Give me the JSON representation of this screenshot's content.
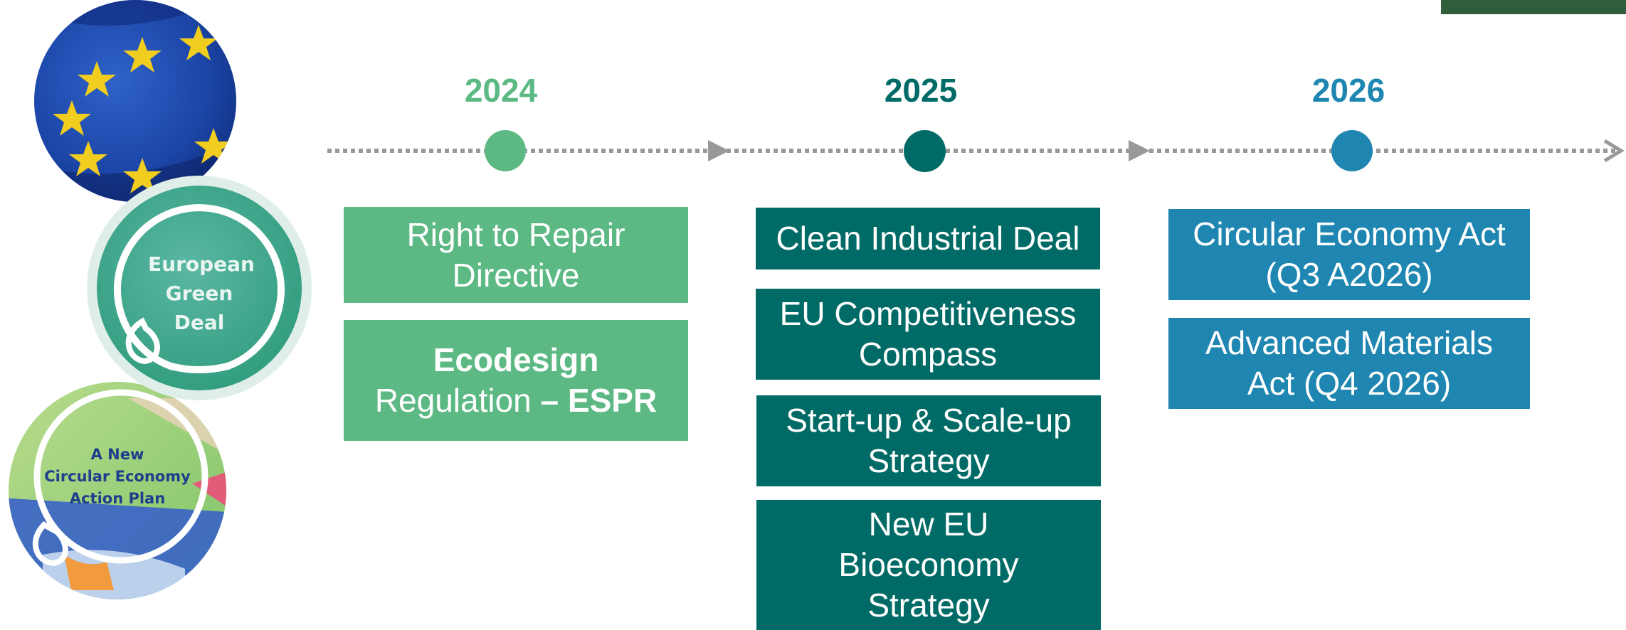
{
  "colors": {
    "y2024": "#5cb984",
    "y2025": "#006b66",
    "y2026": "#1e86b0",
    "dotted_line": "#999999"
  },
  "images": {
    "eu_flag": {
      "icon": "eu-flag-image"
    },
    "green_deal": {
      "line1": "European",
      "line2": "Green",
      "line3": "Deal"
    },
    "circular_plan": {
      "line1": "A New",
      "line2": "Circular Economy",
      "line3": "Action Plan"
    }
  },
  "timeline": {
    "y2024": {
      "year": "2024",
      "items": [
        {
          "line1": "Right to Repair",
          "line2": "Directive"
        },
        {
          "line1_bold": "Ecodesign",
          "line2_plain": "Regulation",
          "line2_bold": " – ESPR"
        }
      ]
    },
    "y2025": {
      "year": "2025",
      "items": [
        {
          "line1": "Clean Industrial Deal"
        },
        {
          "line1": "EU Competitiveness",
          "line2": "Compass"
        },
        {
          "line1": "Start-up & Scale-up",
          "line2": "Strategy"
        },
        {
          "line1": "New EU",
          "line2": "Bioeconomy",
          "line3": "Strategy"
        }
      ]
    },
    "y2026": {
      "year": "2026",
      "items": [
        {
          "line1": "Circular Economy Act",
          "line2": "(Q3 A2026)"
        },
        {
          "line1": "Advanced Materials",
          "line2": "Act (Q4 2026)"
        }
      ]
    }
  }
}
